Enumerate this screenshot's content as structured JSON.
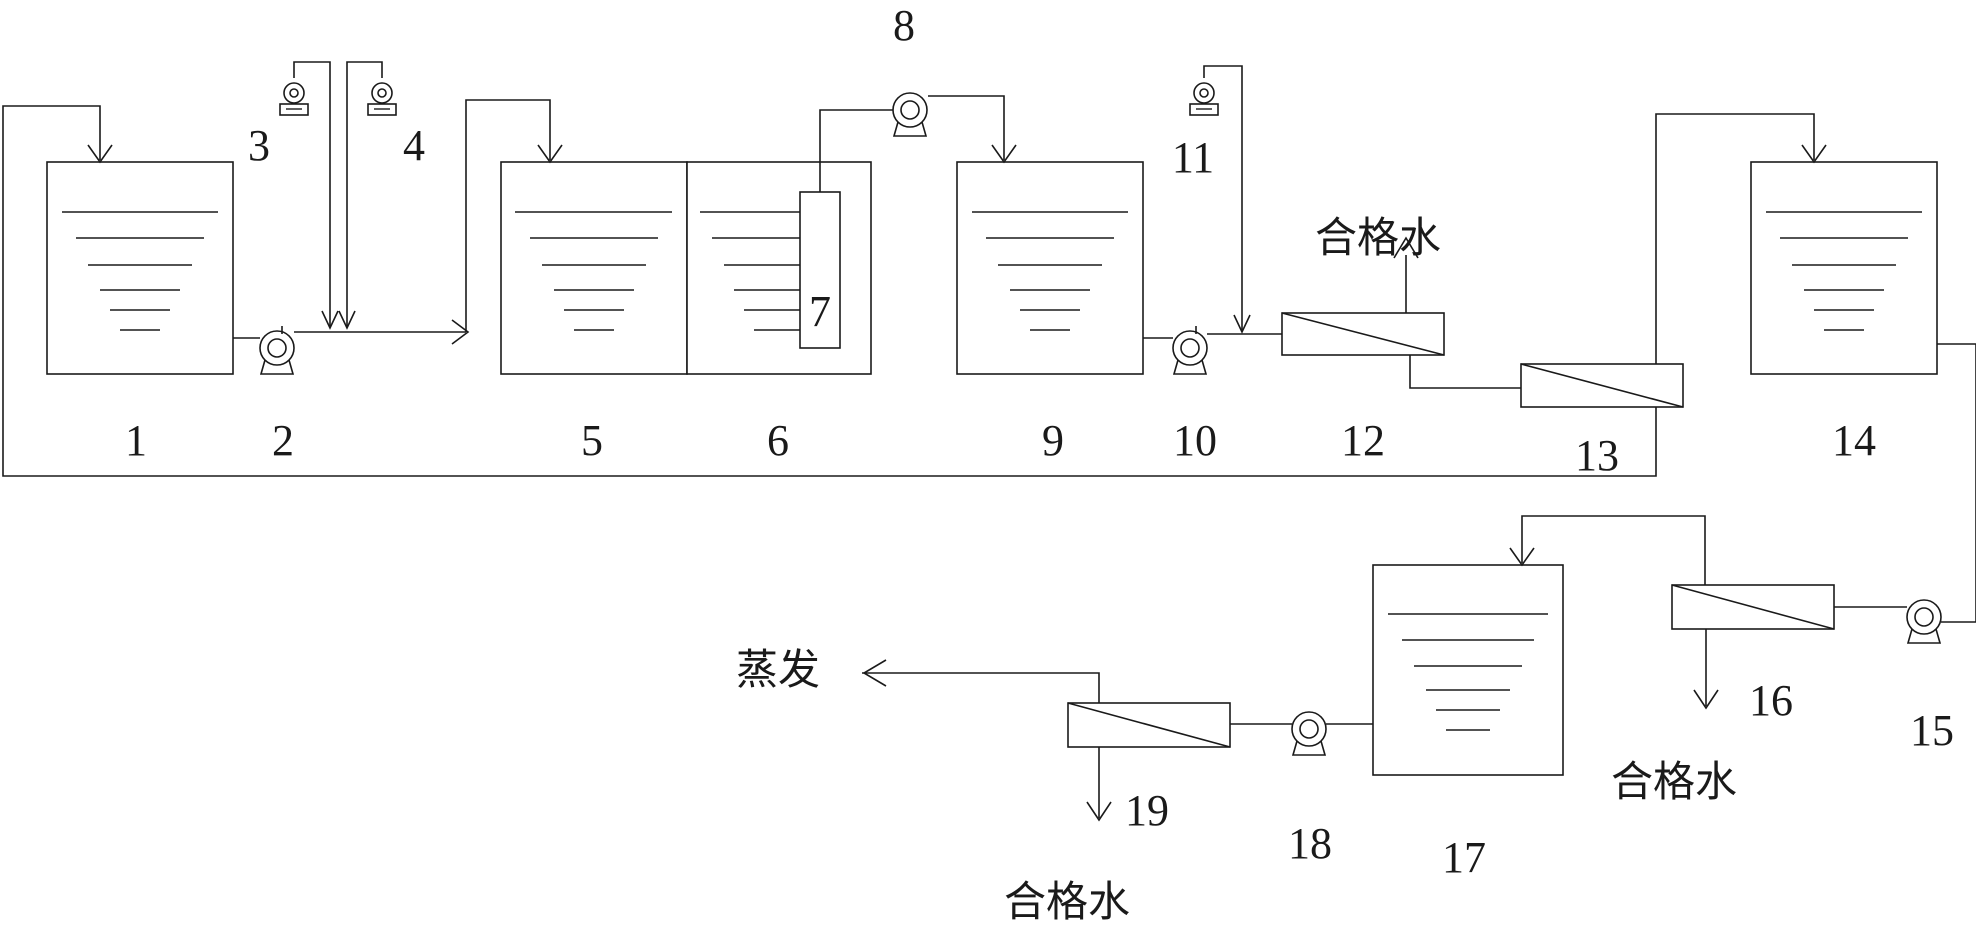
{
  "labels": {
    "n1": "1",
    "n2": "2",
    "n3": "3",
    "n4": "4",
    "n5": "5",
    "n6": "6",
    "n7": "7",
    "n8": "8",
    "n9": "9",
    "n10": "10",
    "n11": "11",
    "n12": "12",
    "n13": "13",
    "n14": "14",
    "n15": "15",
    "n16": "16",
    "n17": "17",
    "n18": "18",
    "n19": "19"
  },
  "outputs": {
    "qualified_water": "合格水",
    "evaporation": "蒸发"
  }
}
